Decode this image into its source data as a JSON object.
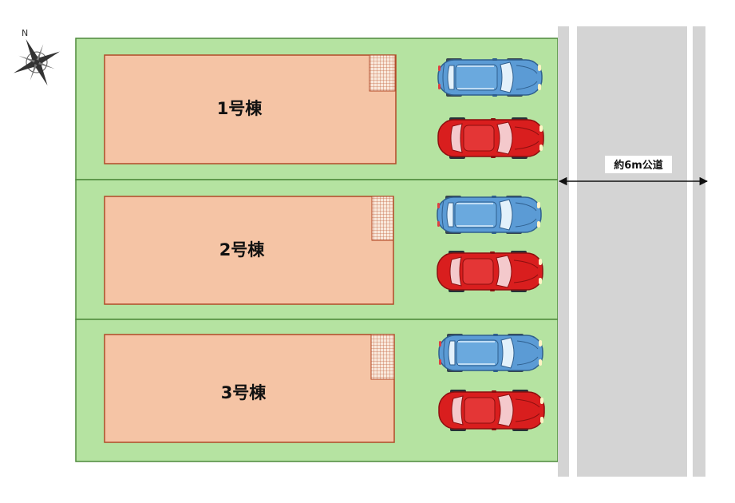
{
  "compass": {
    "north_label": "N"
  },
  "road": {
    "label": "約6m公道"
  },
  "lots": [
    {
      "building_label": "1号棟"
    },
    {
      "building_label": "2号棟"
    },
    {
      "building_label": "3号棟"
    }
  ],
  "colors": {
    "lot_green": "#b5e3a1",
    "building_fill": "#f5c4a5",
    "building_border": "#b24a28",
    "road_gray": "#d4d4d4",
    "car_blue": "#5b9bd5",
    "car_red": "#d91e1e"
  }
}
